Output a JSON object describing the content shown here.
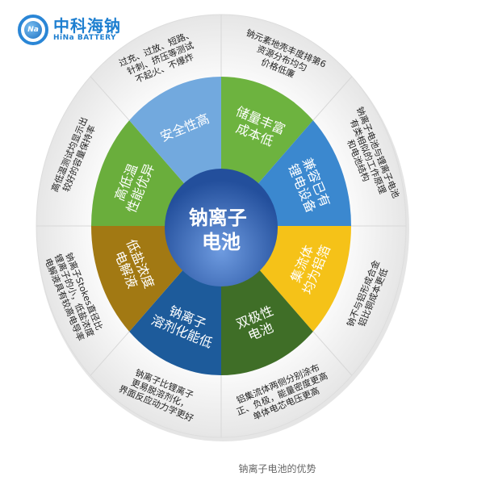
{
  "logo": {
    "cn": "中科海钠",
    "en": "HiNa BATTERY",
    "mark": "Na"
  },
  "center": {
    "lines": [
      "钠离子",
      "电池"
    ]
  },
  "segments": [
    {
      "label": [
        "储量丰富",
        "成本低"
      ],
      "detail": [
        "钠元素地壳丰度排第6",
        "资源分布均匀",
        "价格低廉"
      ],
      "color": "#6db33f"
    },
    {
      "label": [
        "兼容已有",
        "锂电设备"
      ],
      "detail": [
        "钠离子电池与锂离子电池",
        "有类相似的工作原理",
        "和电池结构"
      ],
      "color": "#3b88cf"
    },
    {
      "label": [
        "集流体",
        "均为铝箔"
      ],
      "detail": [
        "钠不与铝形成合金",
        "铝比铜成本更低"
      ],
      "color": "#f5c218"
    },
    {
      "label": [
        "双极性",
        "电池"
      ],
      "detail": [
        "铝集流体两侧分别涂布",
        "正、负极，能量密度更高",
        "单体电芯电压更高"
      ],
      "color": "#3f6e27"
    },
    {
      "label": [
        "钠离子",
        "溶剂化能低"
      ],
      "detail": [
        "钠离子比锂离子",
        "更易脱溶剂化，",
        "界面反应动力学更好"
      ],
      "color": "#1d5b9b"
    },
    {
      "label": [
        "低盐浓度",
        "电解液"
      ],
      "detail": [
        "钠离子Stokes直径比",
        "锂离子的小，低盐浓度",
        "电解液具有较高电导率"
      ],
      "color": "#a27913"
    },
    {
      "label": [
        "高低温",
        "性能优异"
      ],
      "detail": [
        "高低温测试均显示出",
        "较好的容量保持率"
      ],
      "color": "#6aae3c"
    },
    {
      "label": [
        "安全性高"
      ],
      "detail": [
        "过充、过放、短路、",
        "针刺、挤压等测试",
        "不起火、不爆炸"
      ],
      "color": "#72a9de"
    }
  ],
  "caption": "钠离子电池的优势"
}
